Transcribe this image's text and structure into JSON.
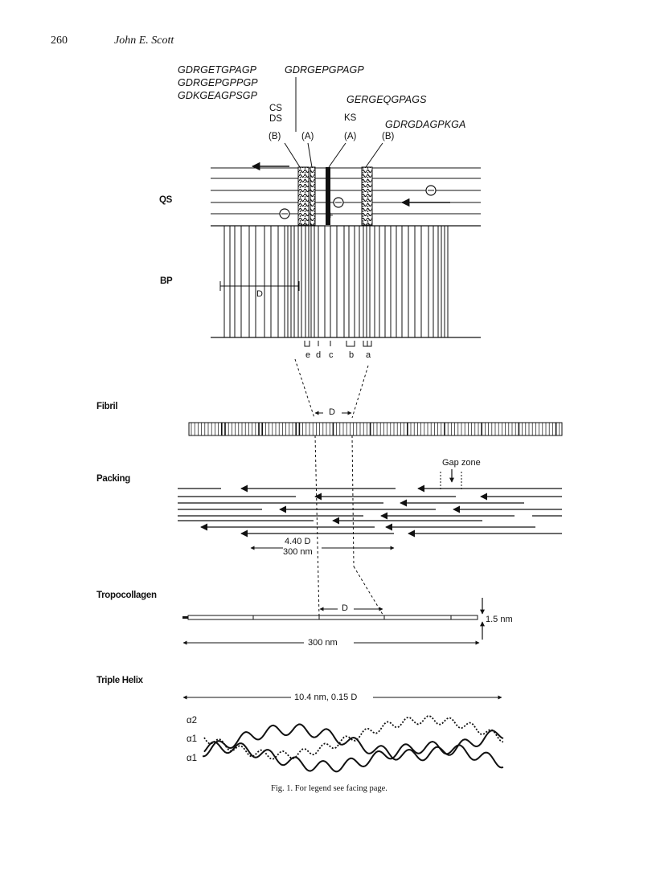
{
  "header": {
    "page_number": "260",
    "author": "John E. Scott"
  },
  "sequences": {
    "left_1": "GDRGETGPAGP",
    "left_2": "GDRGEPGPPGP",
    "left_3": "GDKGEAGPSGP",
    "top_center": "GDRGEPGPAGP",
    "ks_seq": "GERGEQGPAGS",
    "right_seq": "GDRGDAGPKGA"
  },
  "gag_labels": {
    "cs": "CS",
    "ds": "DS",
    "ks": "KS"
  },
  "band_markers": [
    "(B)",
    "(A)",
    "(A)",
    "(B)"
  ],
  "section_labels": {
    "qs": "QS",
    "bp": "BP",
    "fibril": "Fibril",
    "packing": "Packing",
    "tropocollagen": "Tropocollagen",
    "triple_helix": "Triple Helix"
  },
  "band_letters": [
    "e",
    "d",
    "c",
    "b",
    "a"
  ],
  "dimensions": {
    "d_period": "D",
    "gap_zone": "Gap zone",
    "packing_length_1": "4.40 D",
    "packing_length_2": "300 nm",
    "diameter": "1.5 nm",
    "tropo_length": "300 nm",
    "helix_pitch": "10.4 nm, 0.15 D"
  },
  "chains": [
    "α2",
    "α1",
    "α1"
  ],
  "caption": "Fig. 1. For legend see facing page."
}
